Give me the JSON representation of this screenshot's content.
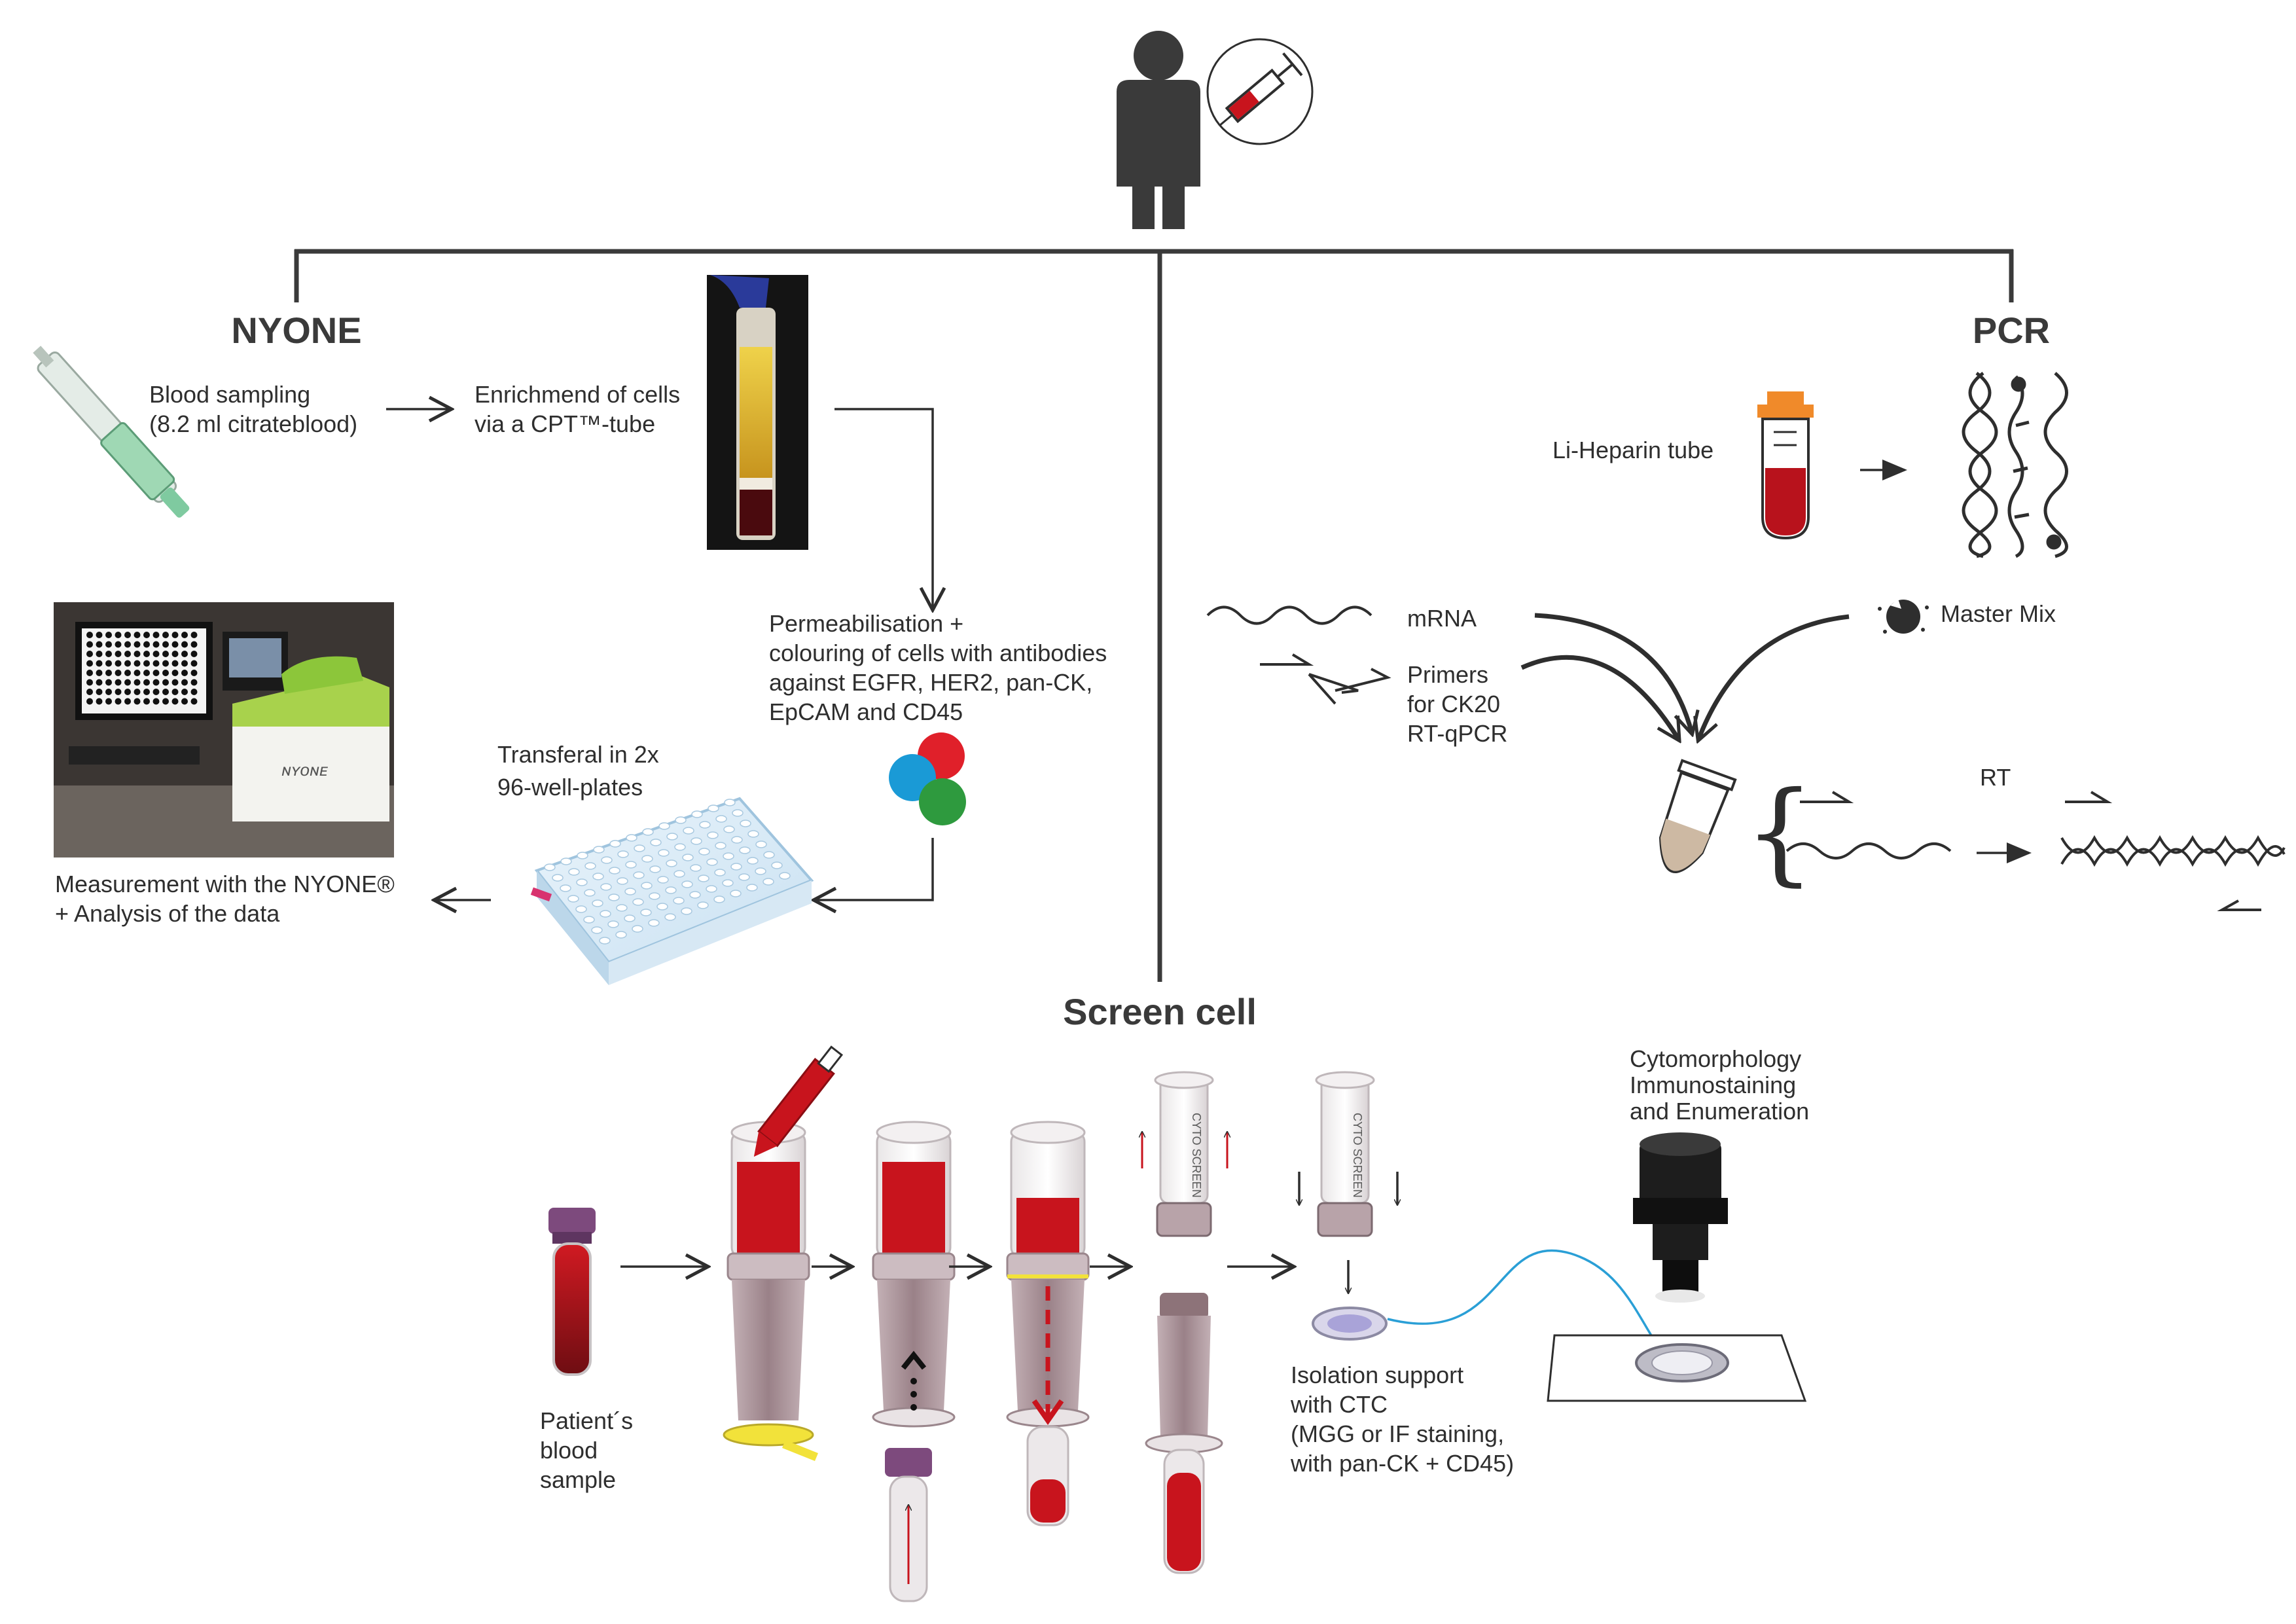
{
  "colors": {
    "line": "#3a3a3a",
    "blood_red": "#c8141d",
    "dark_blood": "#7a0f14",
    "plasma_yellow": "#e6c12a",
    "dot_red": "#e0202a",
    "dot_blue": "#1a9ad6",
    "dot_green": "#2e9a3e",
    "device_mauve": "#a78f96",
    "cap_purple": "#7d4a7d",
    "nyone_green": "#9bd13a",
    "link_blue": "#2a9fd6"
  },
  "icons": [
    "person-icon",
    "syringe-icon",
    "microscope-icon",
    "tube-icon",
    "dna-icon",
    "mrna-icon",
    "primer-icon",
    "mastermix-icon"
  ],
  "headings": {
    "nyone": "NYONE",
    "pcr": "PCR",
    "screen_cell": "Screen cell"
  },
  "nyone": {
    "blood_sampling": [
      "Blood sampling",
      "(8.2 ml citrateblood)"
    ],
    "enrichment": [
      "Enrichmend of cells",
      "via a CPT™-tube"
    ],
    "permeabilisation": [
      "Permeabilisation +",
      "colouring of cells with antibodies",
      "against EGFR, HER2, pan-CK,",
      "EpCAM and CD45"
    ],
    "transferal": [
      "Transferal in 2x",
      "96-well-plates"
    ],
    "measurement": [
      "Measurement with the NYONE®",
      "+ Analysis of the data"
    ]
  },
  "pcr": {
    "li_heparin": "Li-Heparin tube",
    "mrna": "mRNA",
    "primers": [
      "Primers",
      "for CK20",
      "RT-qPCR"
    ],
    "master_mix": "Master Mix",
    "rt": "RT"
  },
  "screen_cell": {
    "patient_sample": [
      "Patient´s",
      "blood",
      "sample"
    ],
    "isolation": [
      "Isolation support",
      "with CTC",
      "(MGG or IF staining,",
      "with pan-CK + CD45)"
    ],
    "cytomorphology": [
      "Cytomorphology",
      "Immunostaining",
      "and Enumeration"
    ],
    "filter_print": "CYTO SCREEN"
  }
}
